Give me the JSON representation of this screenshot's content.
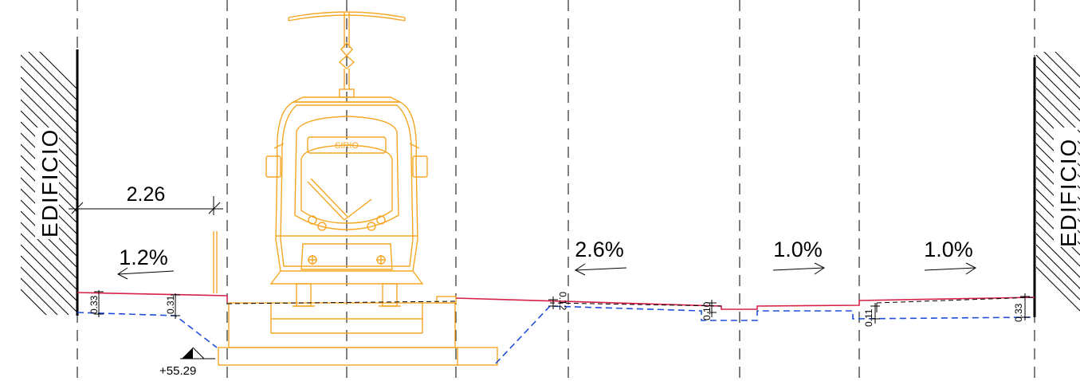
{
  "buildings": {
    "left_label": "EDIFICIO",
    "right_label": "EDIFICIO"
  },
  "dimensions": {
    "sidewalk_width": "2.26"
  },
  "slopes": [
    {
      "id": "left",
      "value": "1.2%",
      "direction": "left"
    },
    {
      "id": "center",
      "value": "2.6%",
      "direction": "left"
    },
    {
      "id": "center-right",
      "value": "1.0%",
      "direction": "right"
    },
    {
      "id": "right",
      "value": "1.0%",
      "direction": "right"
    }
  ],
  "small_dimensions": {
    "left_wall": "0.33",
    "left_curb": "0.31",
    "center_a": "0.12",
    "center_b": "0.10",
    "right_curb": "0.11",
    "right_wall": "0.33"
  },
  "elevation": "+55.29",
  "tram": {
    "destination_display": "SIRIO"
  },
  "colors": {
    "tram": "#f5a623",
    "finished_grade": "#d6204a",
    "subgrade": "#1f4fd9",
    "lines": "#000000"
  }
}
